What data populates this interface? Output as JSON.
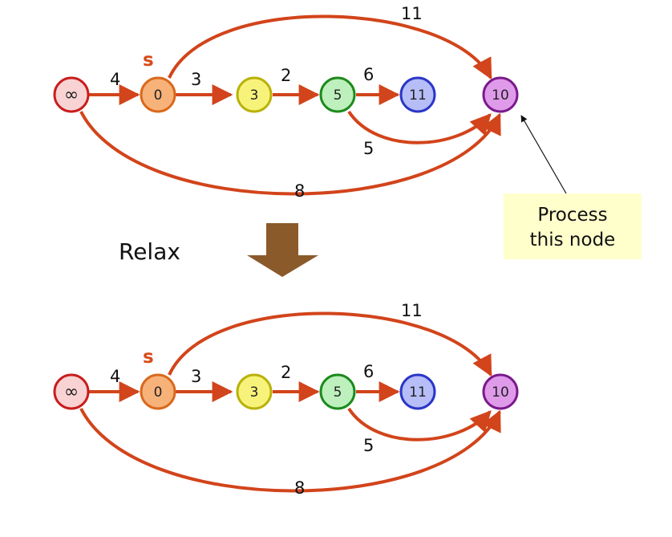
{
  "colors": {
    "edge": "#d2441b",
    "node_red_fill": "#f9d3d3",
    "node_red_stroke": "#c81e1e",
    "node_orange_fill": "#f7b27a",
    "node_orange_stroke": "#d9691c",
    "node_yellow_fill": "#f7f37a",
    "node_yellow_stroke": "#b9b20a",
    "node_green_fill": "#bdf0bd",
    "node_green_stroke": "#1d8a1d",
    "node_blue_fill": "#b6bdf7",
    "node_blue_stroke": "#2a36c8",
    "node_purple_fill": "#df9bea",
    "node_purple_stroke": "#7a1a8c",
    "arrow_fill": "#8b5a2b",
    "callout_fill": "#ffffcc"
  },
  "diagrams": [
    {
      "source_marker": "s",
      "nodes": [
        "∞",
        "0",
        "3",
        "5",
        "11",
        "10"
      ],
      "edge_labels": [
        "4",
        "3",
        "2",
        "6",
        "11",
        "5",
        "8"
      ]
    },
    {
      "source_marker": "s",
      "nodes": [
        "∞",
        "0",
        "3",
        "5",
        "11",
        "10"
      ],
      "edge_labels": [
        "4",
        "3",
        "2",
        "6",
        "11",
        "5",
        "8"
      ]
    }
  ],
  "relax_label": "Relax",
  "callout": {
    "line1": "Process",
    "line2": "this node"
  }
}
